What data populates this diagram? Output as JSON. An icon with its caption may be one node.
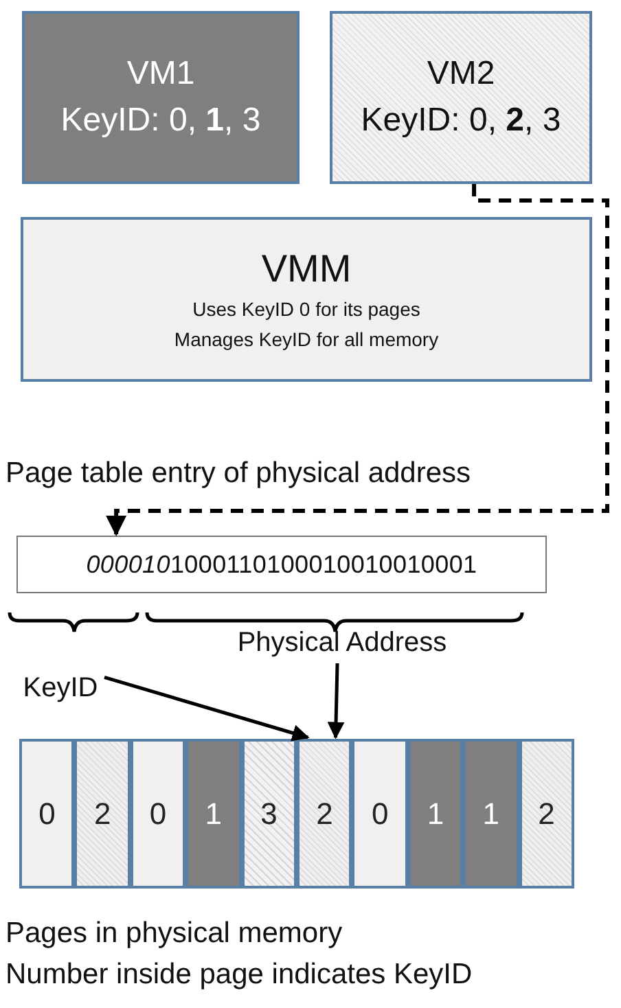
{
  "diagram": {
    "nodes": [
      {
        "text": [
          "VM1",
          "KeyID: 0, **1**, 3"
        ]
      },
      {
        "text": [
          "VM2",
          "KeyID: 0, **2**, 3"
        ]
      },
      {
        "text": [
          "VMM",
          "Uses KeyID 0 for its pages",
          "Manages KeyID for all memory"
        ]
      },
      {
        "text": [
          "000010",
          "1000110100010010010001"
        ]
      },
      {
        "text": [
          "KeyID"
        ]
      },
      {
        "text": [
          "Physical Address"
        ]
      },
      {
        "text": [
          "0"
        ]
      },
      {
        "text": [
          "2"
        ]
      },
      {
        "text": [
          "0"
        ]
      },
      {
        "text": [
          "1"
        ]
      },
      {
        "text": [
          "3"
        ]
      },
      {
        "text": [
          "2"
        ]
      },
      {
        "text": [
          "0"
        ]
      },
      {
        "text": [
          "1"
        ]
      },
      {
        "text": [
          "1"
        ]
      },
      {
        "text": [
          "2"
        ]
      }
    ],
    "edges": [
      {
        "from": 1,
        "to": 3,
        "arrow": "to",
        "style": "dashed"
      },
      {
        "from": 4,
        "to": 11,
        "arrow": "to"
      },
      {
        "from": 5,
        "to": 11,
        "arrow": "to"
      }
    ],
    "labels": [
      "Page table entry of physical address",
      "Pages in physical memory",
      "Number inside page indicates KeyID"
    ]
  }
}
